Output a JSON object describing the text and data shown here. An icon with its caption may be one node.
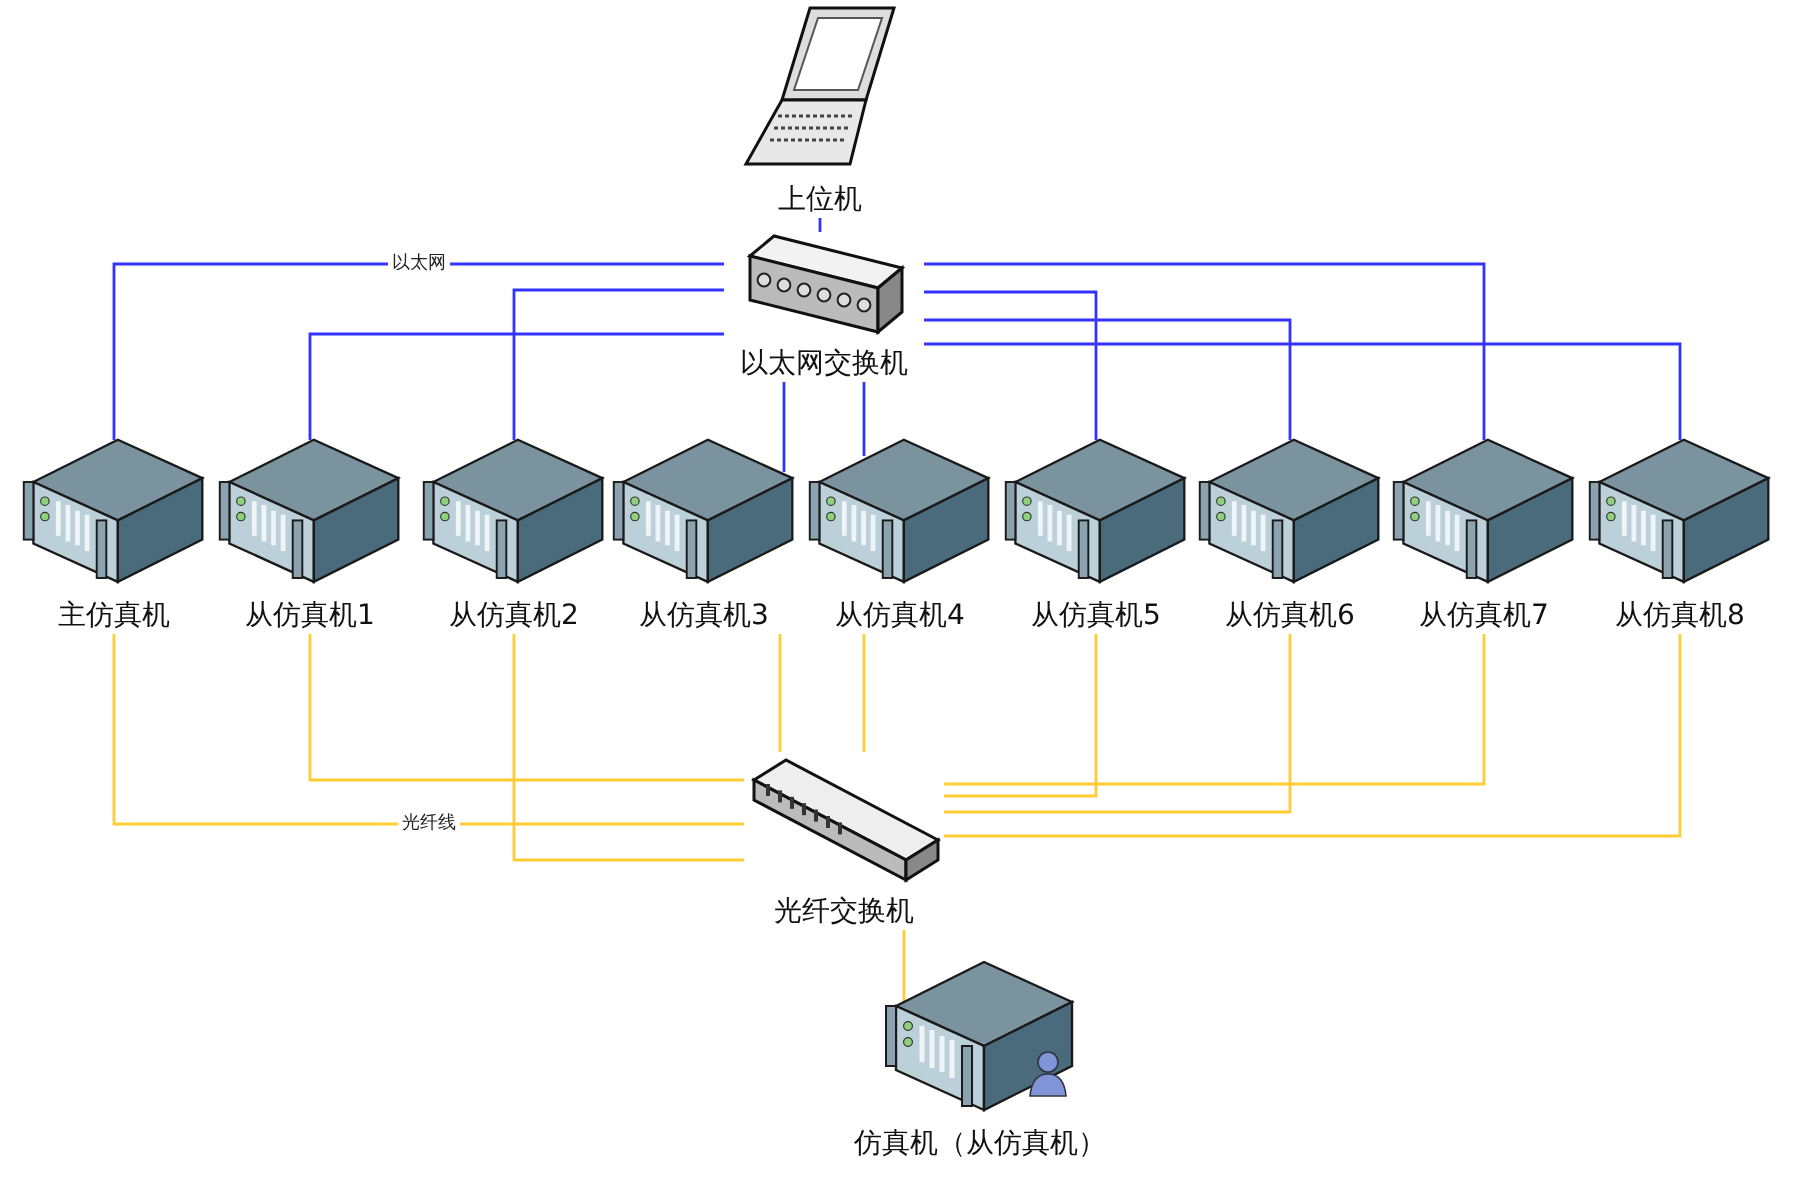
{
  "diagram": {
    "nodes": [
      {
        "text": [
          "上位机"
        ]
      },
      {
        "text": [
          "以太网交换机"
        ]
      },
      {
        "text": [
          "主仿真机"
        ]
      },
      {
        "text": [
          "从仿真机1"
        ]
      },
      {
        "text": [
          "从仿真机2"
        ]
      },
      {
        "text": [
          "从仿真机3"
        ]
      },
      {
        "text": [
          "从仿真机4"
        ]
      },
      {
        "text": [
          "从仿真机5"
        ]
      },
      {
        "text": [
          "从仿真机6"
        ]
      },
      {
        "text": [
          "从仿真机7"
        ]
      },
      {
        "text": [
          "从仿真机8"
        ]
      },
      {
        "text": [
          "光纤交换机"
        ]
      },
      {
        "text": [
          "仿真机（从仿真机）"
        ]
      }
    ],
    "edges": [
      {
        "from": 0,
        "to": 1,
        "arrow": "none",
        "color": "#3333ff"
      },
      {
        "from": 1,
        "to": 2,
        "arrow": "none",
        "label": "以太网",
        "color": "#3333ff"
      },
      {
        "from": 1,
        "to": 3,
        "arrow": "none",
        "color": "#3333ff"
      },
      {
        "from": 1,
        "to": 4,
        "arrow": "none",
        "color": "#3333ff"
      },
      {
        "from": 1,
        "to": 5,
        "arrow": "none",
        "color": "#3333ff"
      },
      {
        "from": 1,
        "to": 6,
        "arrow": "none",
        "color": "#3333ff"
      },
      {
        "from": 1,
        "to": 7,
        "arrow": "none",
        "color": "#3333ff"
      },
      {
        "from": 1,
        "to": 8,
        "arrow": "none",
        "color": "#3333ff"
      },
      {
        "from": 1,
        "to": 9,
        "arrow": "none",
        "color": "#3333ff"
      },
      {
        "from": 1,
        "to": 10,
        "arrow": "none",
        "color": "#3333ff"
      },
      {
        "from": 11,
        "to": 2,
        "arrow": "none",
        "label": "光纤线",
        "color": "#ffcc33"
      },
      {
        "from": 11,
        "to": 3,
        "arrow": "none",
        "color": "#ffcc33"
      },
      {
        "from": 11,
        "to": 4,
        "arrow": "none",
        "color": "#ffcc33"
      },
      {
        "from": 11,
        "to": 5,
        "arrow": "none",
        "color": "#ffcc33"
      },
      {
        "from": 11,
        "to": 6,
        "arrow": "none",
        "color": "#ffcc33"
      },
      {
        "from": 11,
        "to": 7,
        "arrow": "none",
        "color": "#ffcc33"
      },
      {
        "from": 11,
        "to": 8,
        "arrow": "none",
        "color": "#ffcc33"
      },
      {
        "from": 11,
        "to": 9,
        "arrow": "none",
        "color": "#ffcc33"
      },
      {
        "from": 11,
        "to": 10,
        "arrow": "none",
        "color": "#ffcc33"
      },
      {
        "from": 11,
        "to": 12,
        "arrow": "none",
        "color": "#ffcc33"
      }
    ]
  }
}
